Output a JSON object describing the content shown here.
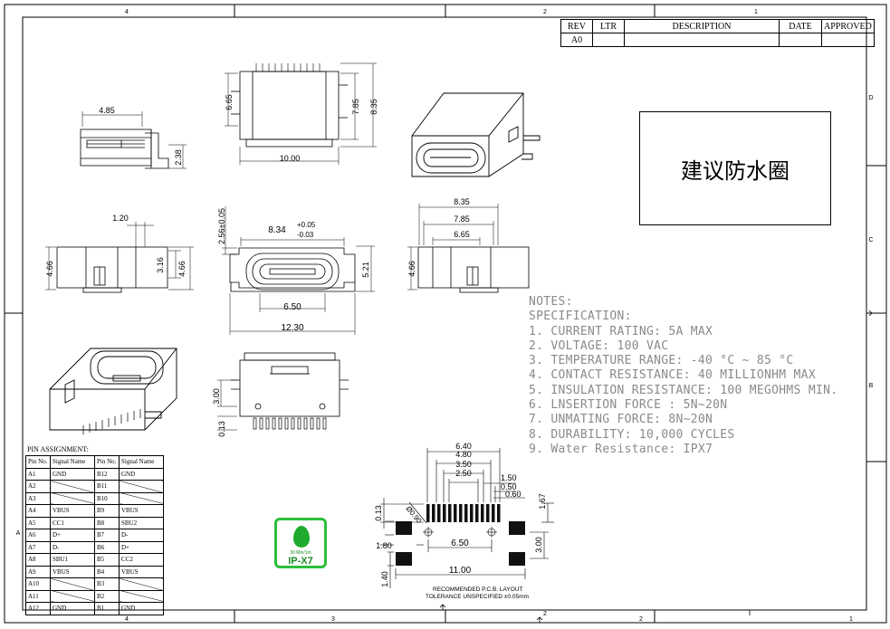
{
  "sheet": {
    "zones_top": [
      "4",
      "2",
      "1"
    ],
    "zones_bottom": [
      "4",
      "3",
      "2",
      "2",
      "1"
    ],
    "zones_right": [
      "D",
      "C",
      "B"
    ],
    "zones_left": [
      "A"
    ]
  },
  "revision_table": {
    "headers": [
      "REV",
      "LTR",
      "DESCRIPTION",
      "DATE",
      "APPROVED"
    ],
    "rows": [
      [
        "A0",
        "",
        "",
        "",
        ""
      ]
    ]
  },
  "title_block": {
    "name": "建议防水圈"
  },
  "notes": {
    "heading": "NOTES:",
    "subheading": "SPECIFICATION:",
    "items": [
      "1. CURRENT RATING: 5A MAX",
      "2. VOLTAGE: 100 VAC",
      "3. TEMPERATURE RANGE: -40 °C ~ 85 °C",
      "4. CONTACT RESISTANCE: 40 MILLIONHM MAX",
      "5. INSULATION RESISTANCE: 100 MEGOHMS MIN.",
      "6. LNSERTION FORCE : 5N~20N",
      "7. UNMATING FORCE: 8N~20N",
      "8. DURABILITY:  10,000 CYCLES",
      "9. Water Resistance: IPX7"
    ]
  },
  "dimensions": {
    "side_top": [
      "4.85",
      "2.38"
    ],
    "top_view": [
      "6.65",
      "7.85",
      "8.35",
      "10.00"
    ],
    "side_left": [
      "1.20",
      "4.66",
      "3.16",
      "4.66"
    ],
    "front_view": [
      "2.56±0.05",
      "8.34",
      "+0.05",
      "-0.03",
      "5.21",
      "6.50",
      "12.30"
    ],
    "side_right": [
      "8.35",
      "7.85",
      "6.65",
      "4.66"
    ],
    "bottom_view": [
      "3.00",
      "0.13"
    ],
    "pcb": [
      "6.40",
      "4.80",
      "3.50",
      "2.50",
      "1.50",
      "0.50",
      "0.60",
      "1.67",
      "0.13",
      "Ø0.90",
      "1.80",
      "6.50",
      "3.00",
      "11.00",
      "1.40"
    ]
  },
  "pin_assignment": {
    "title": "PIN ASSIGNMENT:",
    "headers": [
      "Pin No.",
      "Signal Name",
      "Pin No.",
      "Signal Name"
    ],
    "rows": [
      [
        "A1",
        "GND",
        "B12",
        "GND"
      ],
      [
        "A2",
        "",
        "B11",
        ""
      ],
      [
        "A3",
        "",
        "B10",
        ""
      ],
      [
        "A4",
        "VBUS",
        "B9",
        "VBUS"
      ],
      [
        "A5",
        "CC1",
        "B8",
        "SBU2"
      ],
      [
        "A6",
        "D+",
        "B7",
        "D-"
      ],
      [
        "A7",
        "D-",
        "B6",
        "D+"
      ],
      [
        "A8",
        "SBU1",
        "B5",
        "CC2"
      ],
      [
        "A9",
        "VBUS",
        "B4",
        "VBUS"
      ],
      [
        "A10",
        "",
        "B3",
        ""
      ],
      [
        "A11",
        "",
        "B2",
        ""
      ],
      [
        "A12",
        "GND",
        "B1",
        "GND"
      ]
    ]
  },
  "pcb_layout": {
    "caption": "RECOMMENDED  P.C.B. LAYOUT",
    "tolerance": "TOLERANCE UNSPECIFIED ±0.05mm"
  },
  "badge": {
    "subtitle": "30 Min/1m",
    "label": "IP-X7",
    "color": "#2bbf3a"
  }
}
